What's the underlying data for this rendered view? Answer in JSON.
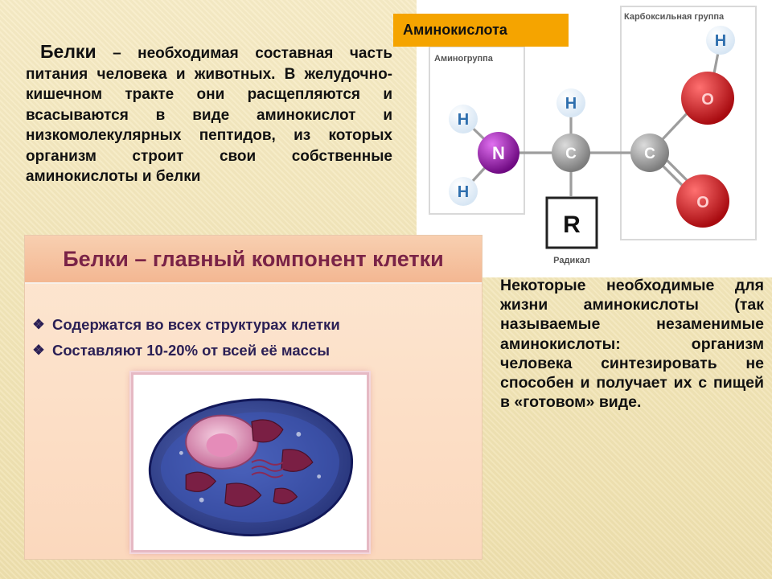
{
  "intro": {
    "lead": "Белки",
    "text": " – необходимая составная часть питания человека и животных. В желудочно-кишечном тракте они расщепляются и всасываются в виде аминокислот и низкомолекулярных пептидов, из которых организм строит свои собственные аминокислоты и белки"
  },
  "amino_label": "Аминокислота",
  "molecule": {
    "amino_group_label": "Аминогруппа",
    "carboxyl_group_label": "Карбоксильная группа",
    "radical_label": "Радикал",
    "radical_symbol": "R",
    "atoms": {
      "H": "H",
      "N": "N",
      "C": "C",
      "O": "O"
    },
    "colors": {
      "hydrogen": "#3f86c9",
      "nitrogen": "#9b1ab0",
      "carbon": "#9a9a9a",
      "oxygen": "#d9171c"
    }
  },
  "card": {
    "title": "Белки – главный компонент клетки",
    "bullets": [
      "Содержатся во всех структурах клетки",
      "Составляют 10-20% от всей её массы"
    ]
  },
  "right_text": "Некоторые необходимые для жизни аминокислоты (так называемые незаменимые аминокислоты: организм человека синтезировать не способен и получает их с пищей в «готовом» виде."
}
